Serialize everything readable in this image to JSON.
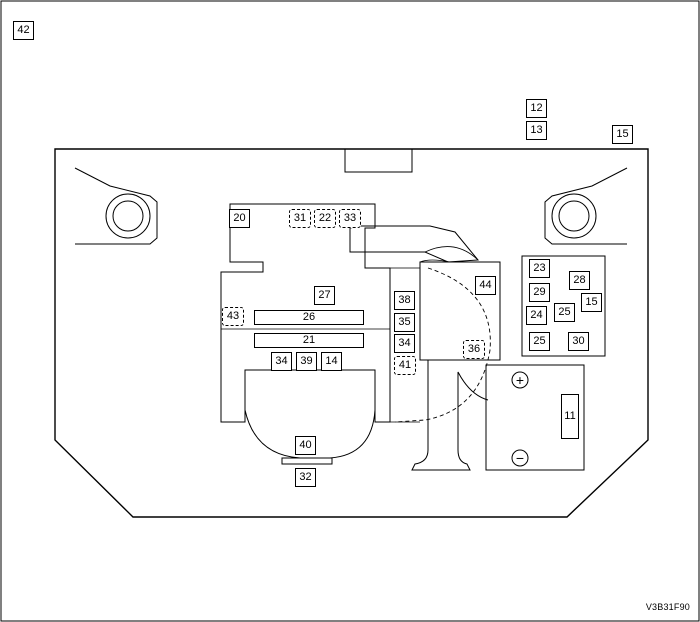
{
  "figure_code": "V3B31F90",
  "callouts": {
    "c42": "42",
    "c12": "12",
    "c13": "13",
    "c15_top": "15",
    "c20": "20",
    "c31": "31",
    "c22": "22",
    "c33": "33",
    "c27": "27",
    "c43": "43",
    "c26": "26",
    "c21": "21",
    "c34a": "34",
    "c39": "39",
    "c14": "14",
    "c38": "38",
    "c35": "35",
    "c34b": "34",
    "c41": "41",
    "c44": "44",
    "c36": "36",
    "c23": "23",
    "c28": "28",
    "c29": "29",
    "c15_box": "15",
    "c24": "24",
    "c25a": "25",
    "c25b": "25",
    "c30": "30",
    "c11": "11",
    "c40": "40",
    "c32": "32"
  },
  "battery_terminals": {
    "positive": "+",
    "negative": "−"
  }
}
